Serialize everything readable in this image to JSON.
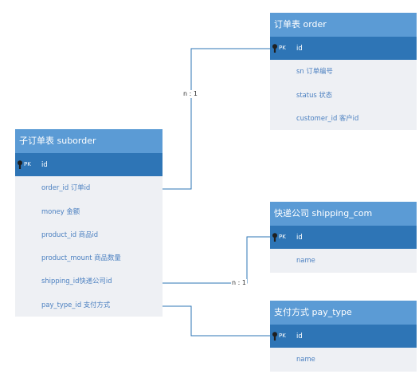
{
  "entities": {
    "order": {
      "title": "订单表 order",
      "pk_tag": "PK",
      "fields": [
        "id",
        "sn 订单编号",
        "status 状态",
        "customer_id  客户id"
      ]
    },
    "suborder": {
      "title": "子订单表 suborder",
      "pk_tag": "PK",
      "fields": [
        "id",
        "order_id 订单id",
        "money 金额",
        "product_id 商品id",
        "product_mount 商品数量",
        "shipping_id快递公司id",
        "pay_type_id 支付方式"
      ]
    },
    "shipping_com": {
      "title": "快递公司 shipping_com",
      "pk_tag": "PK",
      "fields": [
        "id",
        "name"
      ]
    },
    "pay_type": {
      "title": "支付方式 pay_type",
      "pk_tag": "PK",
      "fields": [
        "id",
        "name"
      ]
    }
  },
  "relations": {
    "suborder_order": {
      "label": "n : 1"
    },
    "suborder_shipping": {
      "label": "n : 1"
    }
  },
  "colors": {
    "header": "#5b9bd5",
    "pk_row": "#2e75b6",
    "body": "#eef0f4",
    "field_text": "#4a7fc0",
    "line": "#2e75b6"
  },
  "icons": {
    "pk": "key-icon"
  }
}
